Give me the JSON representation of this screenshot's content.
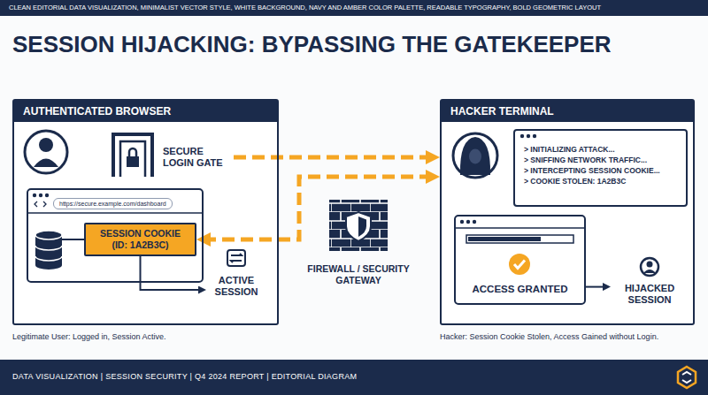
{
  "diagram": {
    "title": "SESSION HIJACKING: BYPASSING THE GATEKEEPER",
    "caption": "DATA VISUALIZATION | SESSION SECURITY | Q4 2024 REPORT | EDITORIAL DIAGRAM",
    "nodes": [
      {
        "text": [
          "AUTHENTICATED BROWSER"
        ]
      },
      {
        "text": [
          "SECURE LOGIN GATE"
        ],
        "in": 0
      },
      {
        "text": [
          "https://secure.example.com/dashboard"
        ],
        "in": 0
      },
      {
        "text": [
          "SESSION COOKIE (ID: 1A2B3C)"
        ],
        "in": 2
      },
      {
        "text": [
          "ACTIVE SESSION"
        ],
        "in": 0
      },
      {
        "text": [
          "FIREWALL / SECURITY GATEWAY"
        ]
      },
      {
        "text": [
          "HACKER TERMINAL"
        ]
      },
      {
        "text": [
          "> INITIALIZING ATTACK...",
          "> SNIFFING NETWORK TRAFFIC...",
          "> INTERCEPTING SESSION COOKIE...",
          "> COOKIE STOLEN: 1A2B3C"
        ],
        "in": 6
      },
      {
        "text": [
          "ACCESS GRANTED"
        ],
        "in": 6
      },
      {
        "text": [
          "HIJACKED SESSION"
        ],
        "in": 6
      }
    ],
    "edges": [
      {
        "from": 1,
        "to": 6,
        "arrow": "to"
      },
      {
        "from": 3,
        "to": 6,
        "arrow": "both"
      },
      {
        "from": 3,
        "to": 4,
        "arrow": "to"
      },
      {
        "from": 8,
        "to": 9,
        "arrow": "to"
      }
    ],
    "labels": [
      "CLEAN EDITORIAL DATA VISUALIZATION, MINIMALIST VECTOR STYLE, WHITE BACKGROUND, NAVY AND AMBER COLOR PALETTE, READABLE TYPOGRAPHY, BOLD GEOMETRIC LAYOUT",
      "Legitimate User: Logged in, Session Active.",
      "Hacker: Session Cookie Stolen, Access Gained without Login."
    ]
  }
}
